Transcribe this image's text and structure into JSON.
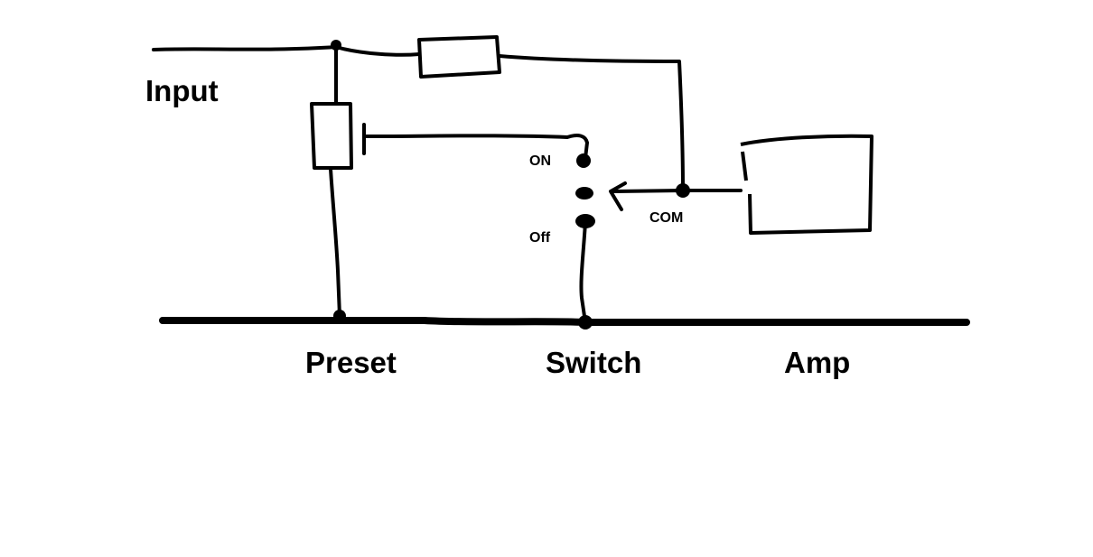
{
  "labels": {
    "input": "Input",
    "on": "ON",
    "off": "Off",
    "com": "COM",
    "preset": "Preset",
    "switch": "Switch",
    "amp": "Amp"
  }
}
